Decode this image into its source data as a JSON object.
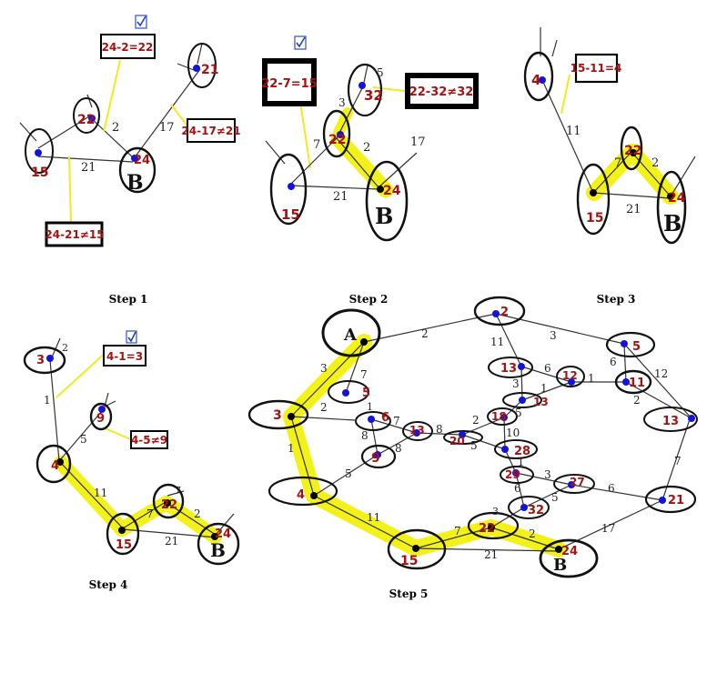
{
  "steps": {
    "s1": {
      "caption": "Step 1",
      "nodes": {
        "n15": "15",
        "n22": "22",
        "n24": "24",
        "n21": "21",
        "b": "B"
      },
      "weights": {
        "w2": "2",
        "w21": "21",
        "w17": "17"
      },
      "boxes": {
        "top": "24-2=22",
        "right": "24-17≠21",
        "bottom": "24-21≠15"
      }
    },
    "s2": {
      "caption": "Step 2",
      "nodes": {
        "n15": "15",
        "n22": "22",
        "n24": "24",
        "n32": "32",
        "b": "B"
      },
      "weights": {
        "w7": "7",
        "w2": "2",
        "w21": "21",
        "w17": "17",
        "w3": "3",
        "w5": "5"
      },
      "boxes": {
        "left": "22-7=15",
        "right": "22-32≠32"
      }
    },
    "s3": {
      "caption": "Step 3",
      "nodes": {
        "n4": "4",
        "n15": "15",
        "n22": "22",
        "n24": "24",
        "b": "B"
      },
      "weights": {
        "w11": "11",
        "w7": "7",
        "w2": "2",
        "w21": "21"
      },
      "boxes": {
        "top": "15-11=4"
      }
    },
    "s4": {
      "caption": "Step 4",
      "nodes": {
        "n3": "3",
        "n9": "9",
        "n4": "4",
        "n15": "15",
        "n22": "22",
        "n24": "24",
        "b": "B"
      },
      "weights": {
        "w1": "1",
        "w5": "5",
        "w11": "11",
        "w7": "7",
        "w2": "2",
        "w21": "21",
        "w2b": "2",
        "w7b": "7"
      },
      "boxes": {
        "top": "4-1=3",
        "mid": "4-5≠9"
      }
    },
    "s5": {
      "caption": "Step 5",
      "start": "A",
      "end": "B",
      "nodes": {
        "a": "A",
        "n2": "2",
        "n5r": "5",
        "n13a": "13",
        "n12": "12",
        "n11": "11",
        "n13b": "13",
        "n13r": "13",
        "n5": "5",
        "n3": "3",
        "n6": "6",
        "n13m": "13",
        "n20": "20",
        "n18": "18",
        "n9": "9",
        "n28": "28",
        "n29": "29",
        "n27": "27",
        "n4": "4",
        "n32": "32",
        "n21": "21",
        "n22": "22",
        "n15": "15",
        "n24": "24",
        "b": "B"
      },
      "weights": {
        "a2": "2",
        "a3": "3",
        "a7": "7",
        "t11": "11",
        "t3": "3",
        "r6": "6",
        "r12": "12",
        "r2": "2",
        "c6": "6",
        "c3": "3",
        "c1": "1",
        "c1b": "1",
        "l2": "2",
        "l1": "1",
        "m1": "1",
        "m7": "7",
        "m8a": "8",
        "m8b": "8",
        "m8c": "8",
        "m5": "5",
        "m2": "2",
        "m5b": "5",
        "c10": "10",
        "c1c": "1",
        "c3b": "3",
        "c6b": "6",
        "c5": "5",
        "c6c": "6",
        "r7": "7",
        "l5": "5",
        "l11": "11",
        "b7": "7",
        "b2": "2",
        "b21": "21",
        "b17": "17",
        "c3c": "3"
      }
    }
  }
}
